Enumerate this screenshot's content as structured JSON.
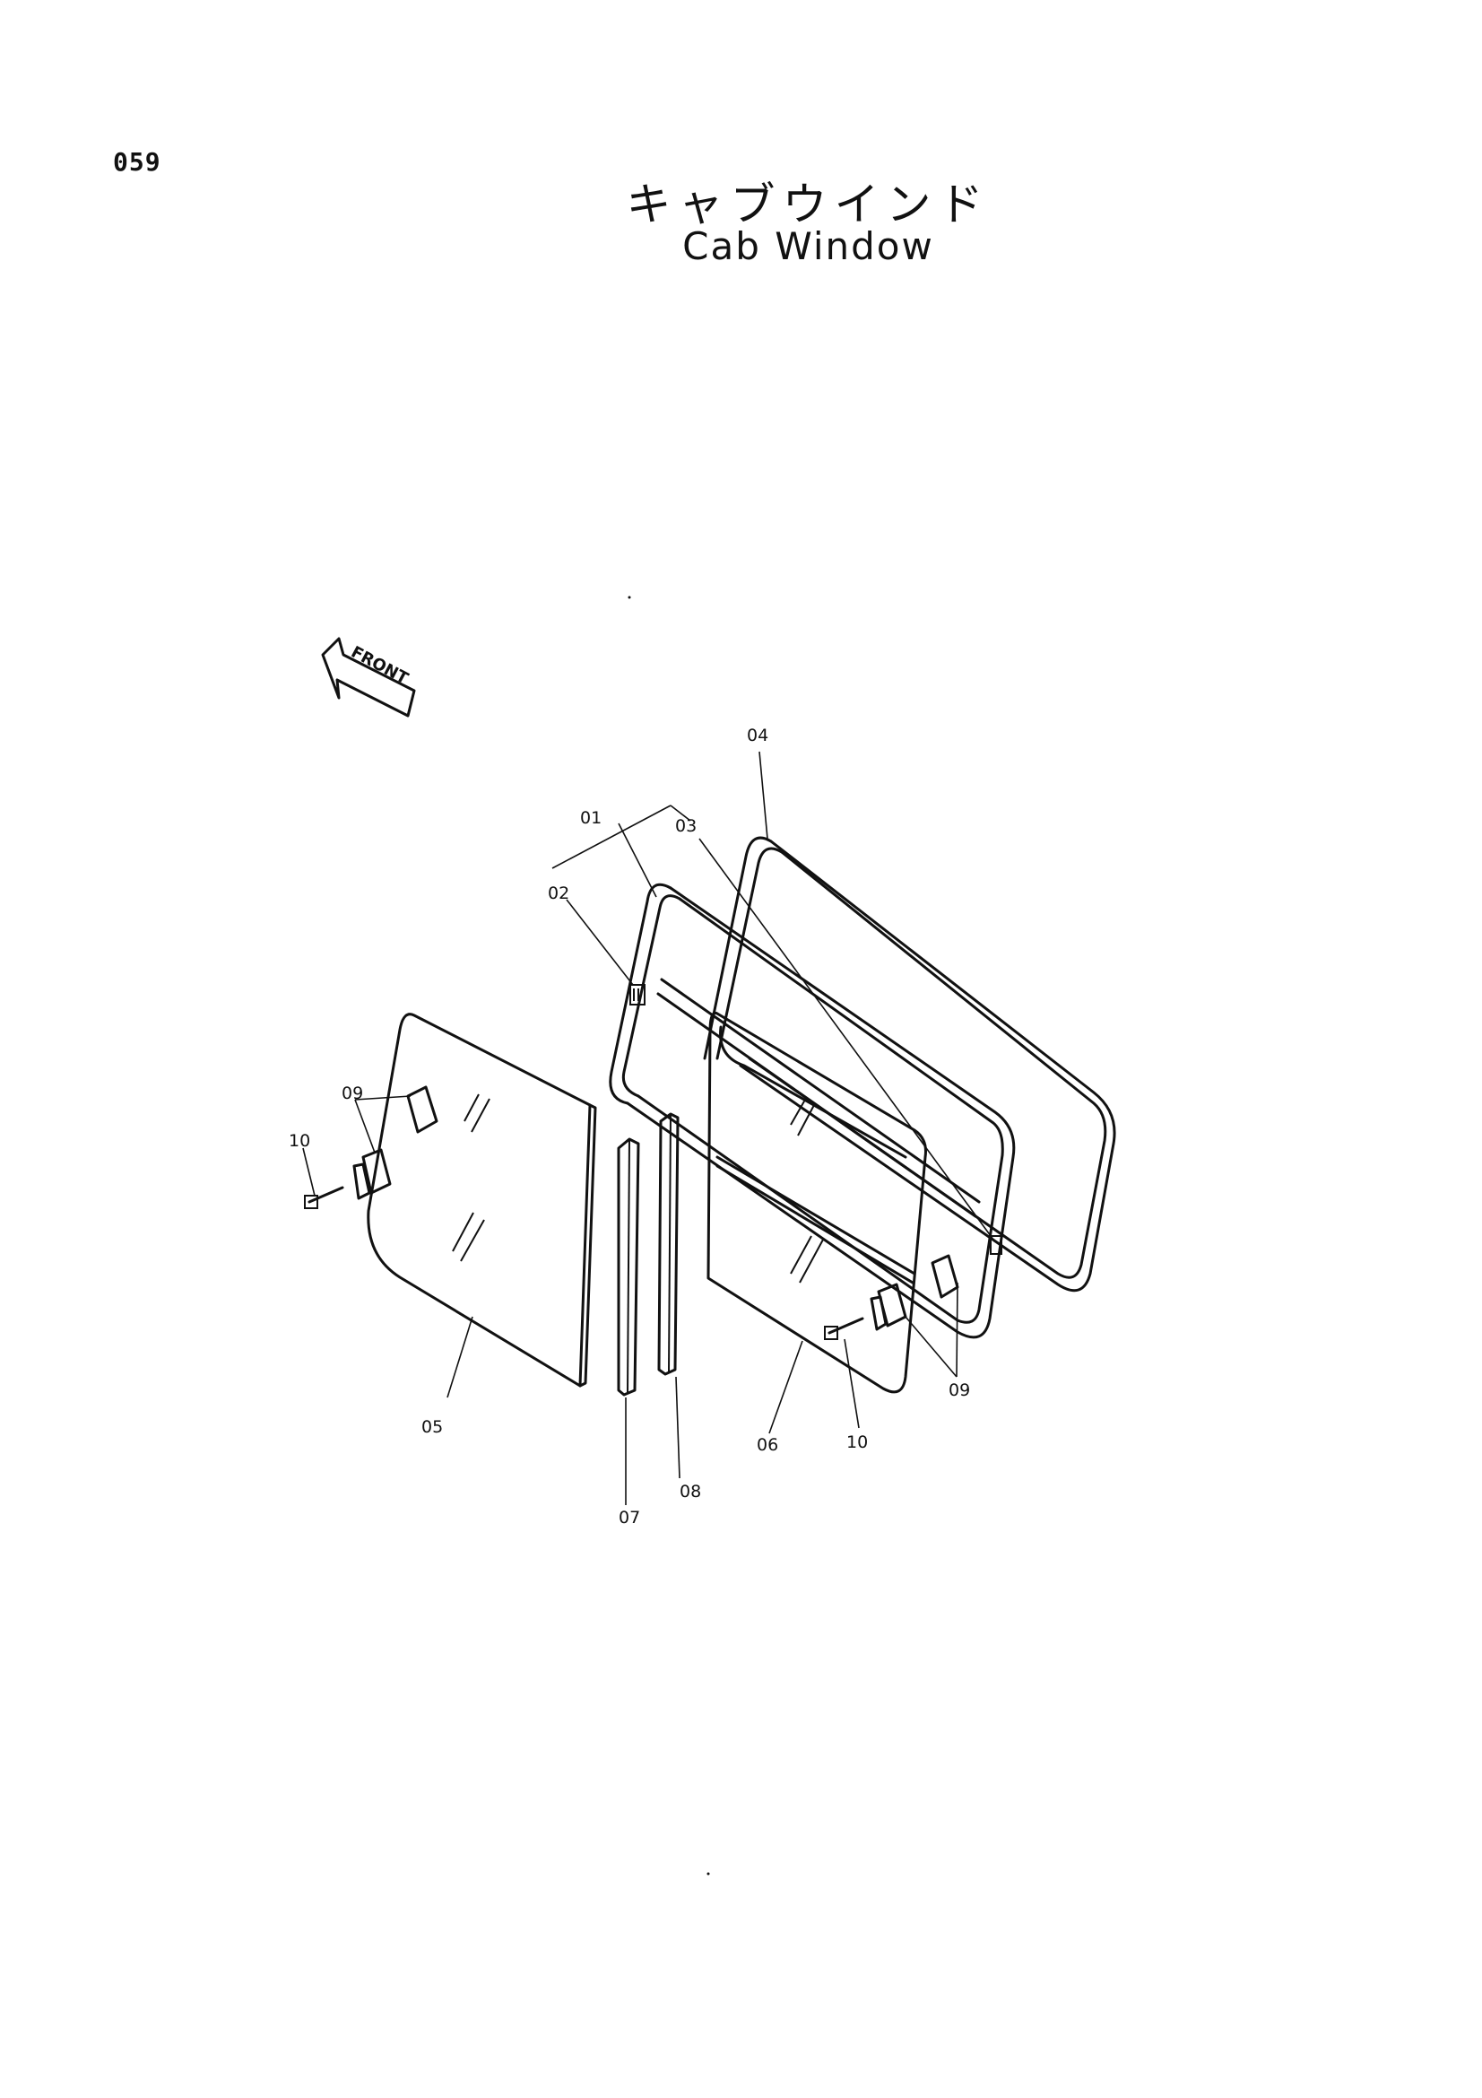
{
  "page_number": "059",
  "title_jp": "キャブウインド",
  "title_en": "Cab Window",
  "front_label": "FRONT",
  "callouts": {
    "c01": "01",
    "c02": "02",
    "c03": "03",
    "c04": "04",
    "c05": "05",
    "c06": "06",
    "c07": "07",
    "c08": "08",
    "c09a": "09",
    "c09b": "09",
    "c10a": "10",
    "c10b": "10"
  }
}
